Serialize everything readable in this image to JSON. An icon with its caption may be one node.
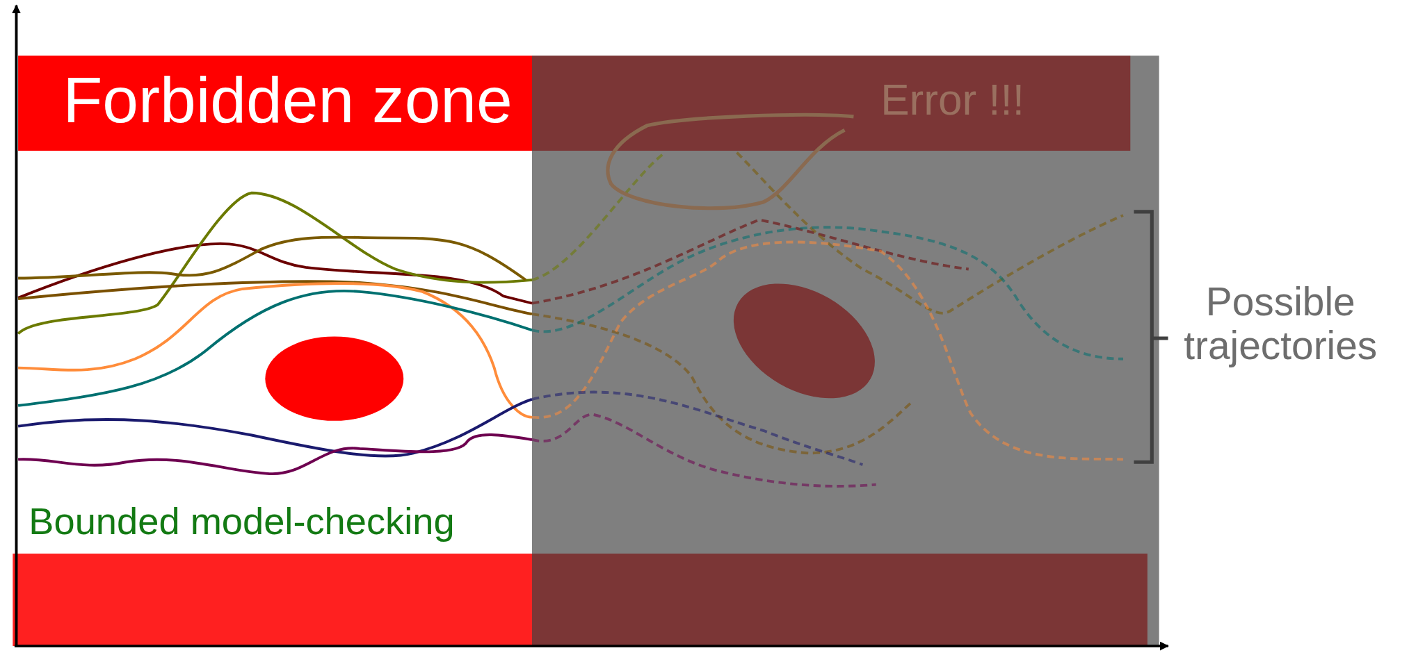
{
  "diagram": {
    "labels": [
      "Forbidden zone",
      "Error !!!",
      "Possible trajectories",
      "Bounded model-checking"
    ]
  }
}
